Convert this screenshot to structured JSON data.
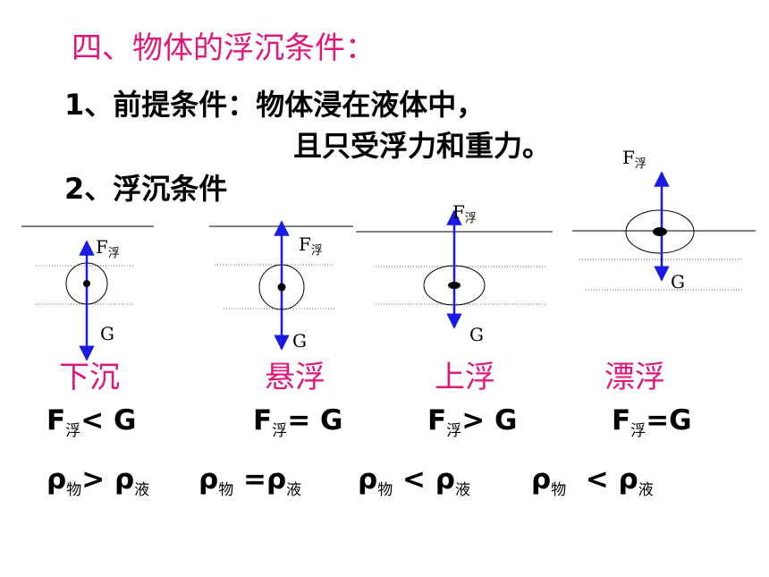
{
  "heading": "四、物体的浮沉条件：",
  "premise": {
    "line1": "1、前提条件：物体浸在液体中，",
    "line2": "且只受浮力和重力。"
  },
  "subheading": "2、浮沉条件",
  "force_labels": {
    "buoyancy_symbol": "F",
    "buoyancy_sub": "浮",
    "gravity": "G"
  },
  "cases": [
    {
      "state": "下沉",
      "condition": {
        "left": "F",
        "sub": "浮",
        "rel": "< G"
      },
      "density": {
        "a": "ρ",
        "a_sub": "物",
        "rel": "> ρ",
        "b_sub": "液"
      }
    },
    {
      "state": "悬浮",
      "condition": {
        "left": "F",
        "sub": "浮",
        "rel": "= G"
      },
      "density": {
        "a": "ρ",
        "a_sub": "物",
        "rel": " =ρ",
        "b_sub": "液"
      }
    },
    {
      "state": "上浮",
      "condition": {
        "left": "F",
        "sub": "浮",
        "rel": "> G"
      },
      "density": {
        "a": "ρ",
        "a_sub": "物",
        "rel": " < ρ",
        "b_sub": "液"
      }
    },
    {
      "state": "漂浮",
      "condition": {
        "left": "F",
        "sub": "浮",
        "rel": "=G"
      },
      "density": {
        "a": "ρ",
        "a_sub": "物",
        "rel": "  < ρ",
        "b_sub": "液"
      }
    }
  ],
  "colors": {
    "heading": "#e0187a",
    "arrow": "#1a1ae6",
    "text": "#000000"
  }
}
